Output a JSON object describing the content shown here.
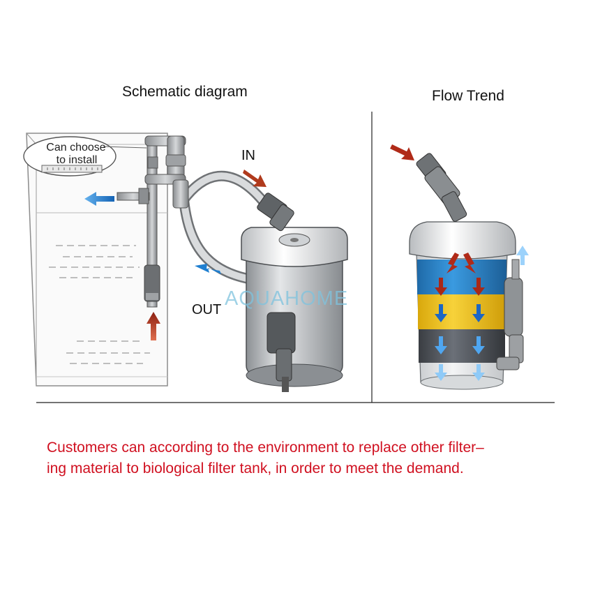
{
  "headings": {
    "schematic": "Schematic diagram",
    "flow": "Flow Trend"
  },
  "labels": {
    "install_line1": "Can choose",
    "install_line2": "to install",
    "in": "IN",
    "out": "OUT",
    "watermark": "AQUAHOME"
  },
  "caption": {
    "line1": "Customers can according to the environment to replace other filter–",
    "line2": "ing material to biological filter tank, in order to meet the demand."
  },
  "colors": {
    "arrow_red": "#b02a18",
    "arrow_blue": "#1f7fd0",
    "media_blue": "#2f86c8",
    "media_yellow": "#f0c419",
    "media_gray": "#4a4e55",
    "caption_red": "#d01020"
  },
  "filter_layers": [
    "blue",
    "yellow",
    "dark-gray"
  ]
}
